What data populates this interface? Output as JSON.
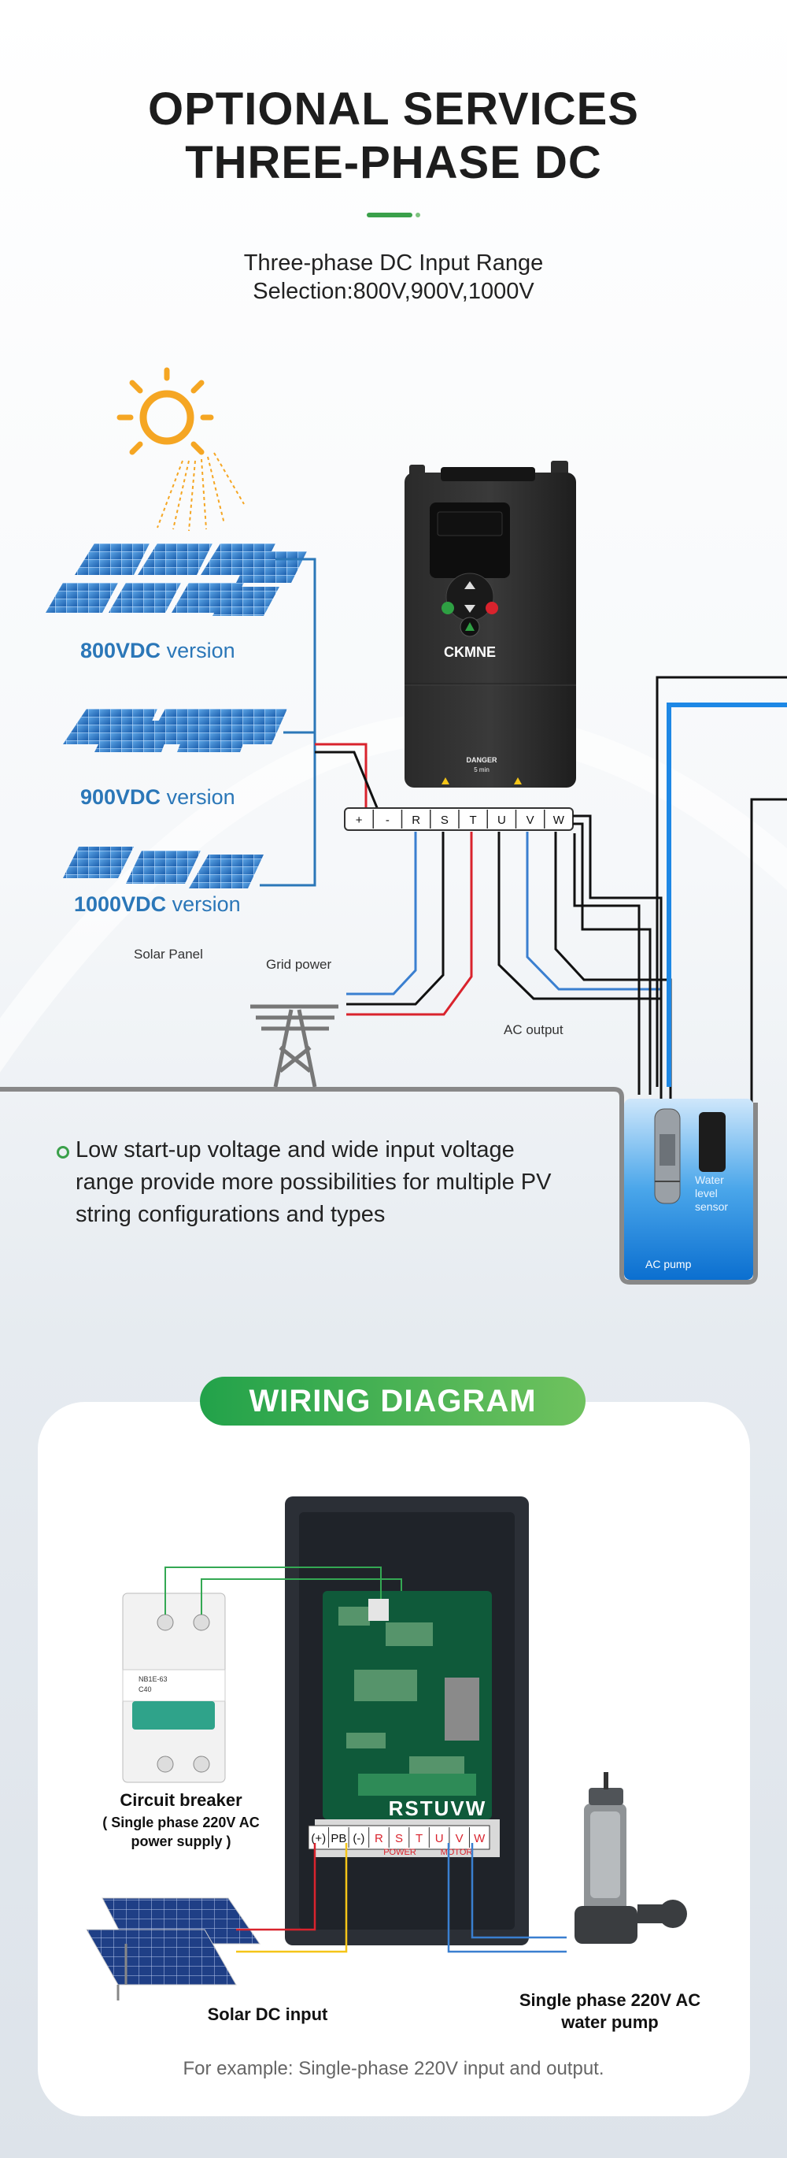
{
  "header": {
    "title_line1": "OPTIONAL SERVICES",
    "title_line2": "THREE-PHASE DC",
    "subtitle_line1": "Three-phase DC Input Range",
    "subtitle_line2": "Selection:800V,900V,1000V"
  },
  "solar": {
    "v800_bold": "800VDC",
    "v900_bold": "900VDC",
    "v1000_bold": "1000VDC",
    "version_word": " version",
    "panel_label": "Solar Panel"
  },
  "inverter": {
    "brand": "CKMNE",
    "danger_line1": "DANGER",
    "danger_line2": "5 min",
    "terminals": [
      "+",
      "-",
      "R",
      "S",
      "T",
      "U",
      "V",
      "W"
    ]
  },
  "labels": {
    "grid_power": "Grid power",
    "ac_output": "AC output",
    "water_sensor": "Water level sensor",
    "ac_pump": "AC pump"
  },
  "bullet": {
    "text": "Low start-up voltage and wide input voltage range provide more possibilities for multiple PV string configurations and types"
  },
  "wiring": {
    "badge": "WIRING DIAGRAM",
    "breaker_title": "Circuit breaker",
    "breaker_sub": "( Single phase 220V AC power supply )",
    "breaker_model": "NB1E-63",
    "breaker_rating": "C40",
    "solar_input": "Solar DC input",
    "pump_label": "Single phase 220V AC water pump",
    "terminal_top": "RSTUVW",
    "terminal_row": [
      "(+)",
      "PB",
      "(-)",
      "R",
      "S",
      "T",
      "U",
      "V",
      "W"
    ],
    "power_label": "POWER",
    "motor_label": "MOTOR",
    "example": "For example: Single-phase 220V input and output."
  },
  "colors": {
    "accent_green": "#3aa04a",
    "version_blue": "#2b77b8",
    "wire_blue": "#3a7fd0",
    "wire_red": "#d9232d",
    "wire_black": "#111111",
    "water_blue": "#1e88e5"
  }
}
